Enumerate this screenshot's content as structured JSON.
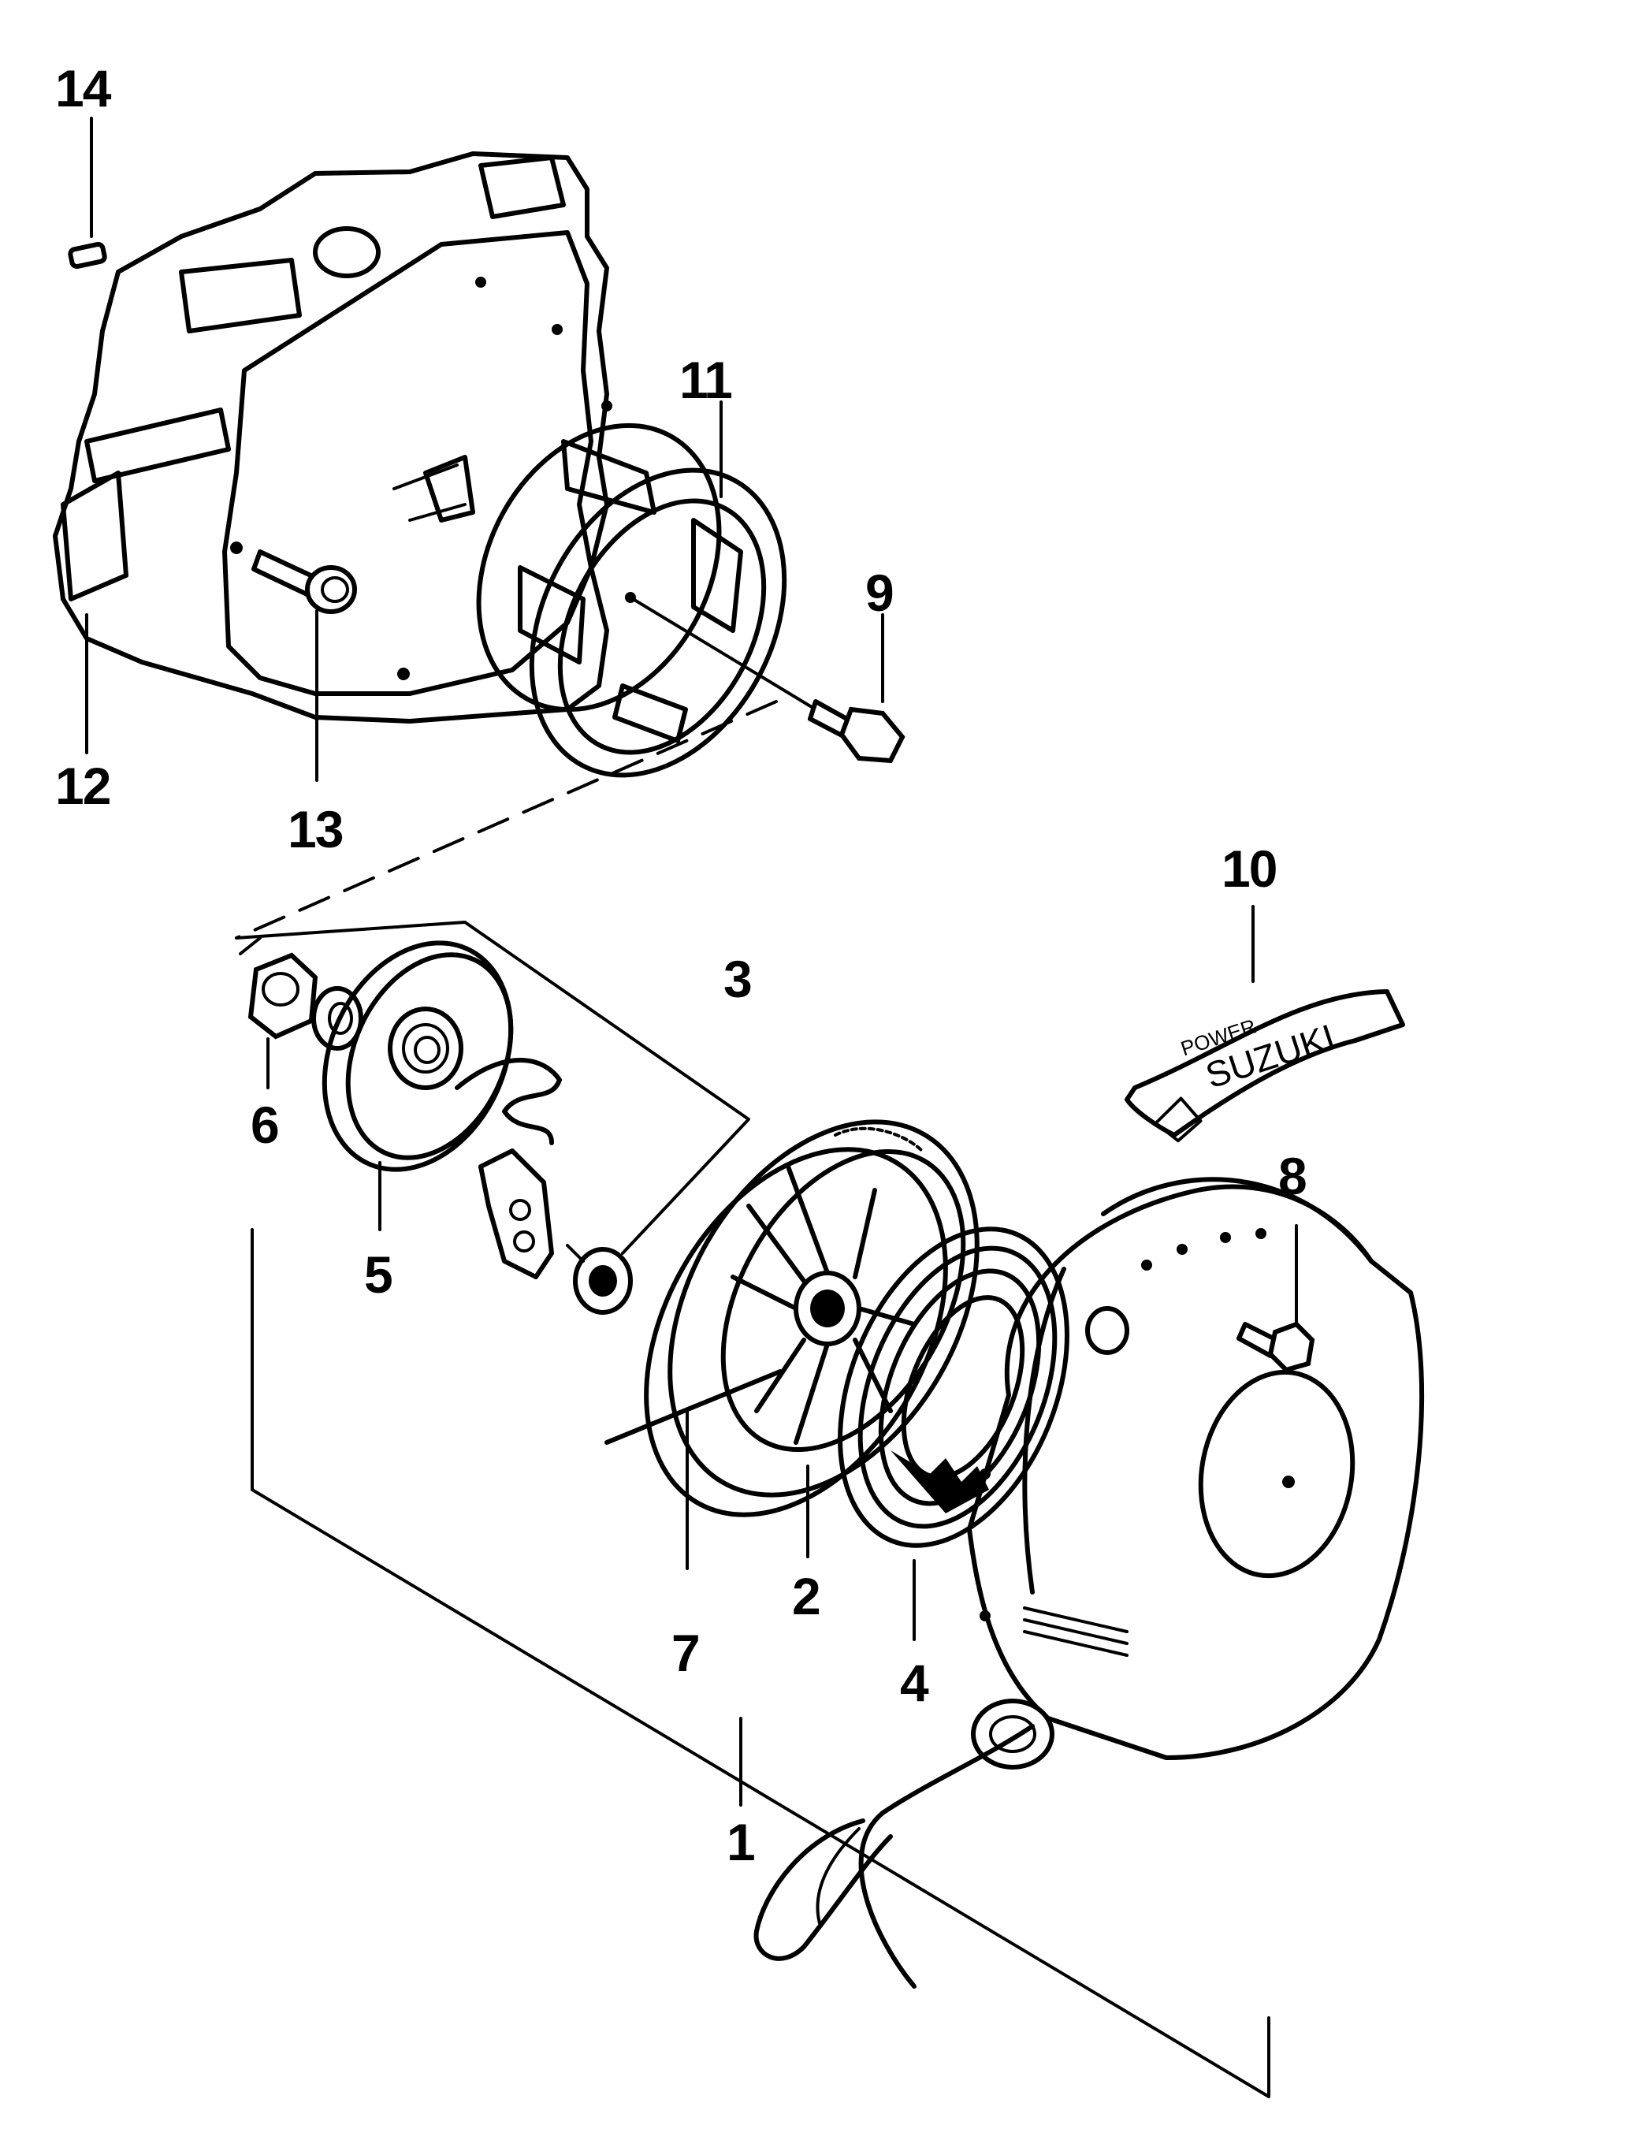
{
  "labels": {
    "p1": "1",
    "p2": "2",
    "p3": "3",
    "p4": "4",
    "p5": "5",
    "p6": "6",
    "p7": "7",
    "p8": "8",
    "p9": "9",
    "p10": "10",
    "p11": "11",
    "p12": "12",
    "p13": "13",
    "p14": "14"
  },
  "emblem": {
    "brand": "SUZUKI",
    "small": "POWER"
  }
}
